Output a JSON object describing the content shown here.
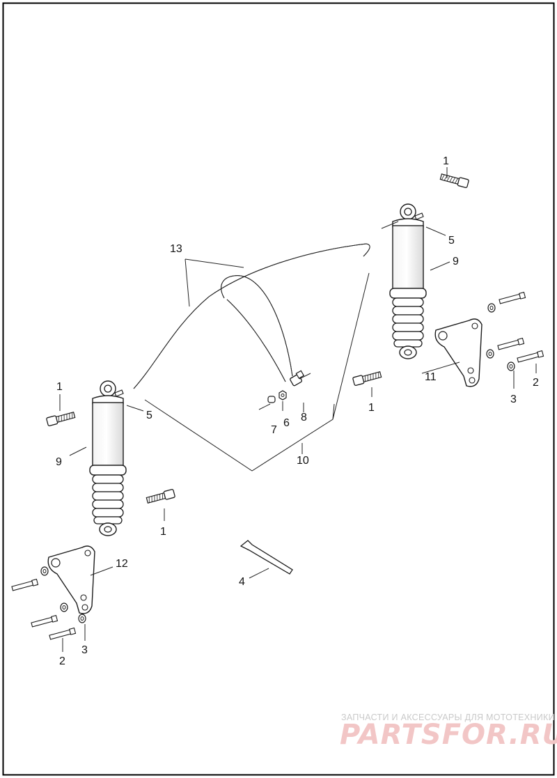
{
  "callouts": {
    "c1_top": "1",
    "c5_top": "5",
    "c9_top": "9",
    "c11": "11",
    "c2_right": "2",
    "c3_right": "3",
    "c1_mid_right": "1",
    "c13": "13",
    "c7": "7",
    "c6": "6",
    "c8": "8",
    "c10": "10",
    "c1_left": "1",
    "c5_left": "5",
    "c9_left": "9",
    "c1_low": "1",
    "c12": "12",
    "c4": "4",
    "c2_left": "2",
    "c3_left": "3"
  },
  "watermark": {
    "tagline": "ЗАПЧАСТИ И АКСЕССУАРЫ ДЛЯ МОТОТЕХНИКИ",
    "brand": "PARTSFOR.RU"
  }
}
